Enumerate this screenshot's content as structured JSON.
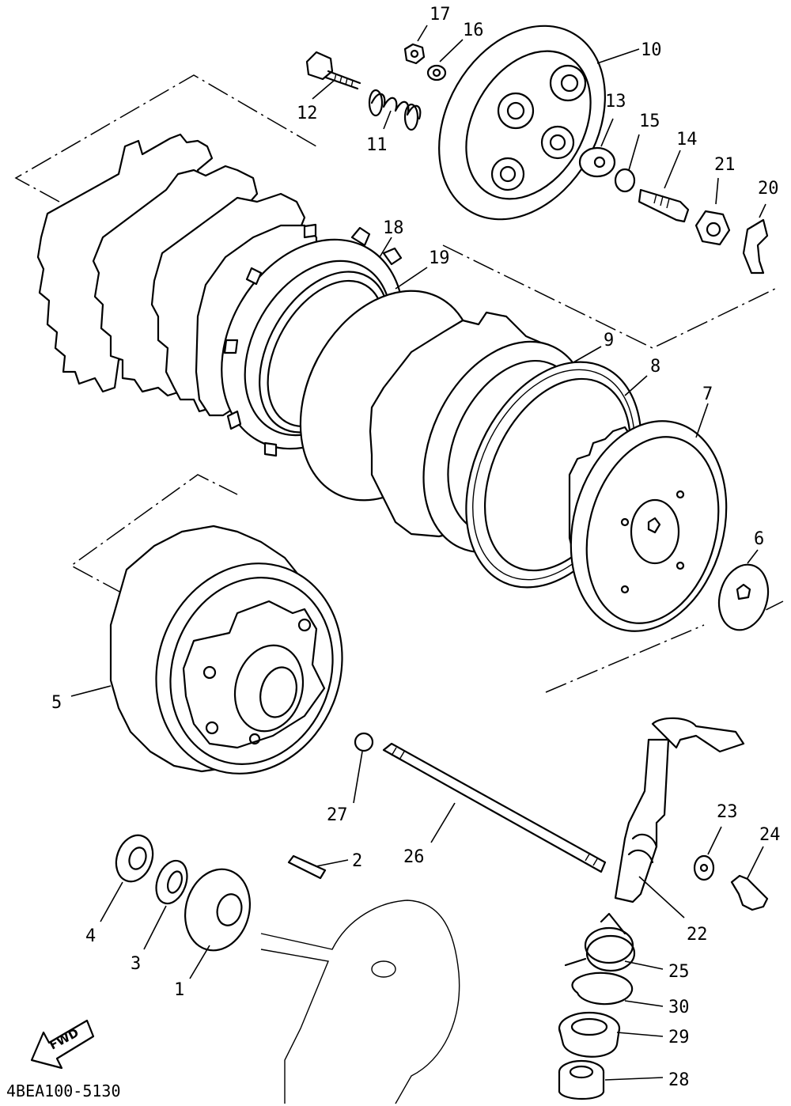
{
  "figure_code": "4BEA100-5130",
  "fwd_label": "FWD",
  "callouts": [
    {
      "id": "1",
      "label": "1"
    },
    {
      "id": "2",
      "label": "2"
    },
    {
      "id": "3",
      "label": "3"
    },
    {
      "id": "4",
      "label": "4"
    },
    {
      "id": "5",
      "label": "5"
    },
    {
      "id": "6",
      "label": "6"
    },
    {
      "id": "7",
      "label": "7"
    },
    {
      "id": "8",
      "label": "8"
    },
    {
      "id": "9",
      "label": "9"
    },
    {
      "id": "10",
      "label": "10"
    },
    {
      "id": "11",
      "label": "11"
    },
    {
      "id": "12",
      "label": "12"
    },
    {
      "id": "13",
      "label": "13"
    },
    {
      "id": "14",
      "label": "14"
    },
    {
      "id": "15",
      "label": "15"
    },
    {
      "id": "16",
      "label": "16"
    },
    {
      "id": "17",
      "label": "17"
    },
    {
      "id": "18",
      "label": "18"
    },
    {
      "id": "19",
      "label": "19"
    },
    {
      "id": "20",
      "label": "20"
    },
    {
      "id": "21",
      "label": "21"
    },
    {
      "id": "22",
      "label": "22"
    },
    {
      "id": "23",
      "label": "23"
    },
    {
      "id": "24",
      "label": "24"
    },
    {
      "id": "25",
      "label": "25"
    },
    {
      "id": "26",
      "label": "26"
    },
    {
      "id": "27",
      "label": "27"
    },
    {
      "id": "28",
      "label": "28"
    },
    {
      "id": "29",
      "label": "29"
    },
    {
      "id": "30",
      "label": "30"
    }
  ]
}
